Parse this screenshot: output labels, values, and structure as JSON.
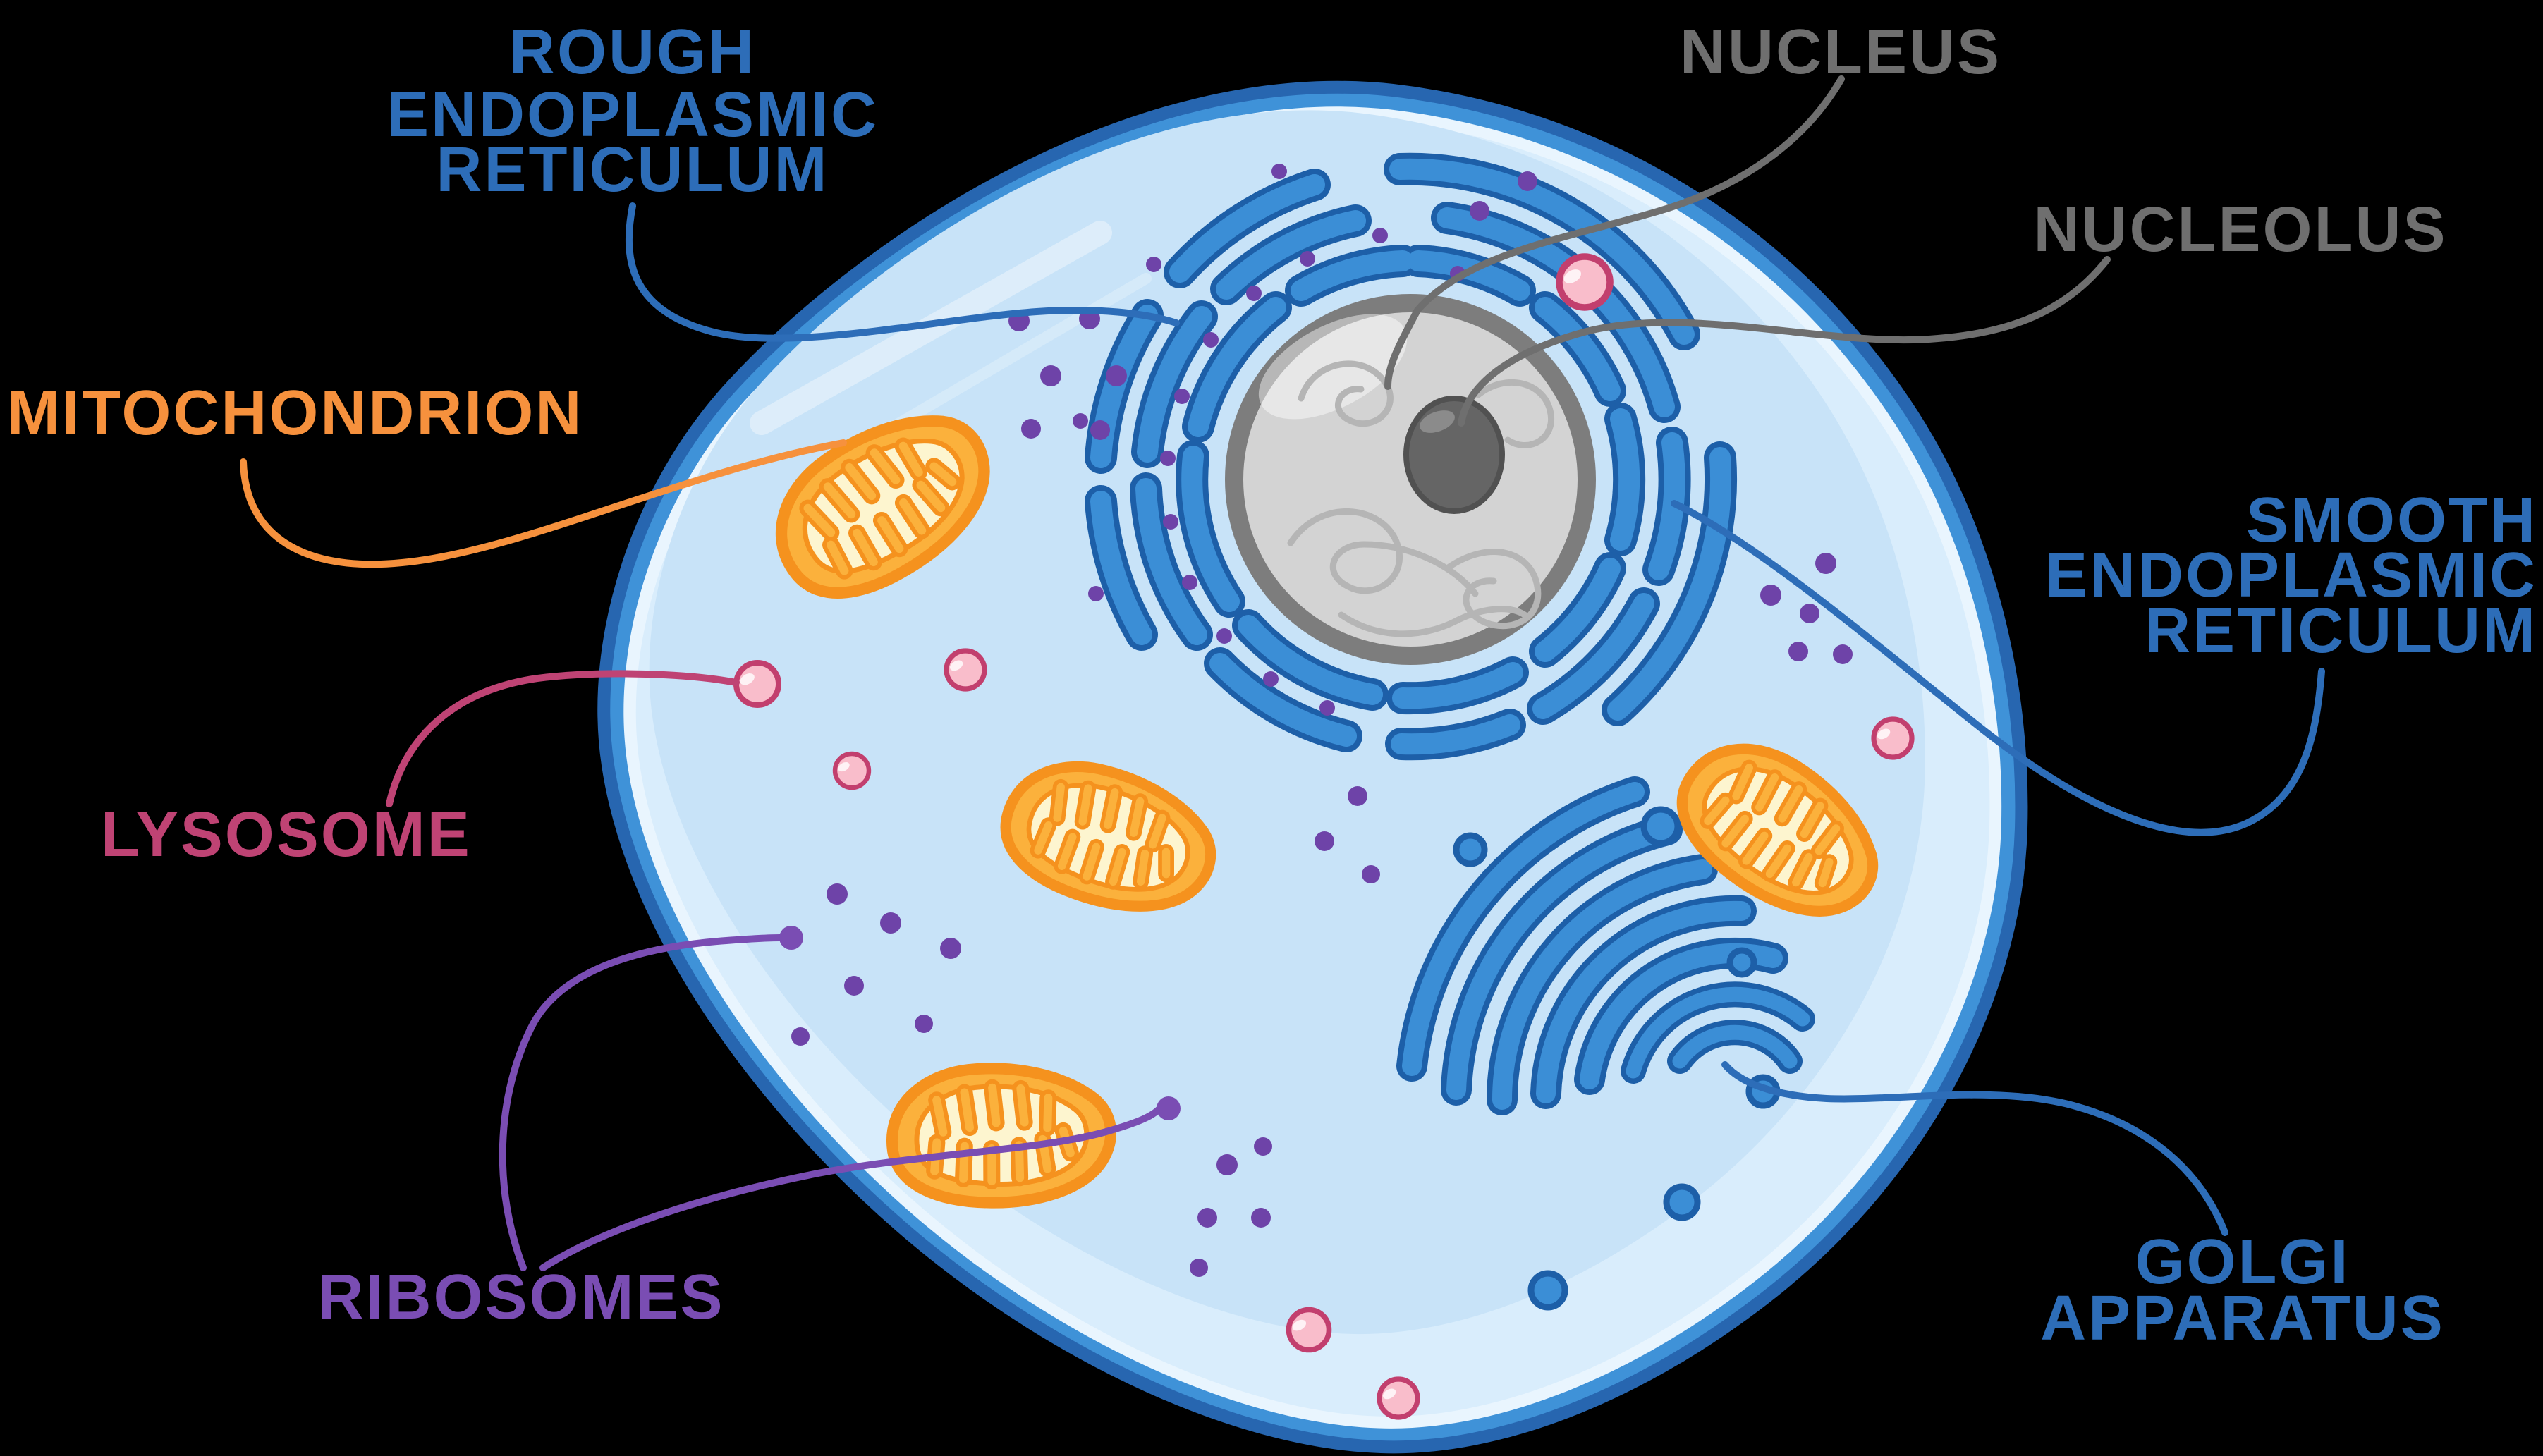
{
  "figure": {
    "type": "biology-diagram",
    "subject": "Animal cell with labeled organelles",
    "background": "#000000"
  },
  "labels": {
    "rough_er": {
      "lines": [
        "ROUGH",
        "ENDOPLASMIC",
        "RETICULUM"
      ],
      "color": "#2d6db8"
    },
    "nucleus": {
      "lines": [
        "NUCLEUS"
      ],
      "color": "#6f6f6f"
    },
    "nucleolus": {
      "lines": [
        "NUCLEOLUS"
      ],
      "color": "#6f6f6f"
    },
    "mitochondrion": {
      "lines": [
        "MITOCHONDRION"
      ],
      "color": "#f6913d"
    },
    "smooth_er": {
      "lines": [
        "SMOOTH",
        "ENDOPLASMIC",
        "RETICULUM"
      ],
      "color": "#2d6db8"
    },
    "lysosome": {
      "lines": [
        "LYSOSOME"
      ],
      "color": "#bf4374"
    },
    "ribosomes": {
      "lines": [
        "RIBOSOMES"
      ],
      "color": "#7a4db3"
    },
    "golgi": {
      "lines": [
        "GOLGI",
        "APPARATUS"
      ],
      "color": "#2d6db8"
    }
  },
  "palette": {
    "cell_outline": "#2766b0",
    "membrane_band": "#3f92d8",
    "membrane_inner_line": "#e9f5fe",
    "cytoplasm": "#c8e3f8",
    "cytoplasm_rim": "#d9edfc",
    "er_outline": "#1d5fa8",
    "er_fill": "#3b8ed6",
    "nucleus_ring": "#7d7d7d",
    "nucleus_fill": "#d3d3d3",
    "chromatin": "#b5b5b5",
    "nucleolus": "#656565",
    "mito_outline": "#f5921e",
    "mito_wall": "#fbb13c",
    "mito_matrix": "#fdf5cf",
    "lysosome_fill": "#f9bdcb",
    "lysosome_ring": "#c23f6e",
    "ribosome_dot": "#6e43a8"
  }
}
